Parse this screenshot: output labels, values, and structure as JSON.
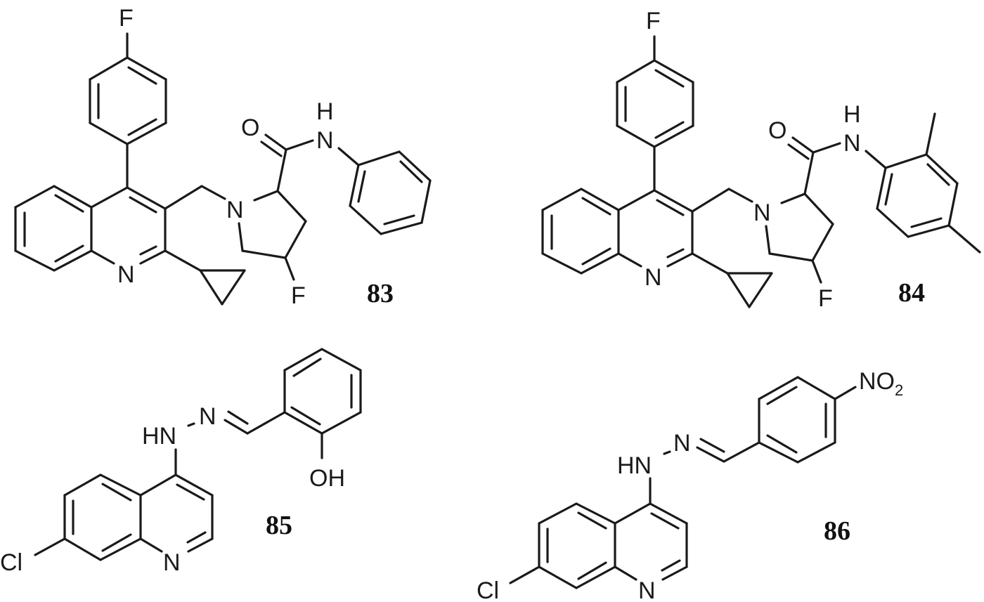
{
  "figure": {
    "type": "chemical-structures",
    "compounds": [
      {
        "id": "83",
        "label": "83",
        "atoms": {
          "f_aryl": "F",
          "n_pyrrolidine": "N",
          "n_quinoline": "N",
          "o_carbonyl": "O",
          "nh_n": "N",
          "nh_h": "H",
          "f_pyrrolidine": "F"
        },
        "description": "2-cyclopropyl-4-(4-fluorophenyl)quinolin-3-ylmethyl 4-fluoropyrrolidine-2-carboxanilide"
      },
      {
        "id": "84",
        "label": "84",
        "atoms": {
          "f_aryl": "F",
          "n_pyrrolidine": "N",
          "n_quinoline": "N",
          "o_carbonyl": "O",
          "nh_n": "N",
          "nh_h": "H",
          "f_pyrrolidine": "F"
        },
        "description": "same scaffold as 83 with N-(2,4-dimethylphenyl) amide"
      },
      {
        "id": "85",
        "label": "85",
        "atoms": {
          "cl": "Cl",
          "n_quinoline": "N",
          "hn": "HN",
          "n_imine": "N",
          "oh": "OH"
        },
        "description": "7-chloroquinolin-4-yl hydrazone of salicylaldehyde"
      },
      {
        "id": "86",
        "label": "86",
        "atoms": {
          "cl": "Cl",
          "n_quinoline": "N",
          "hn": "HN",
          "n_imine": "N",
          "no2_main": "NO",
          "no2_sub": "2"
        },
        "description": "7-chloroquinolin-4-yl hydrazone of 4-nitrobenzaldehyde"
      }
    ]
  }
}
